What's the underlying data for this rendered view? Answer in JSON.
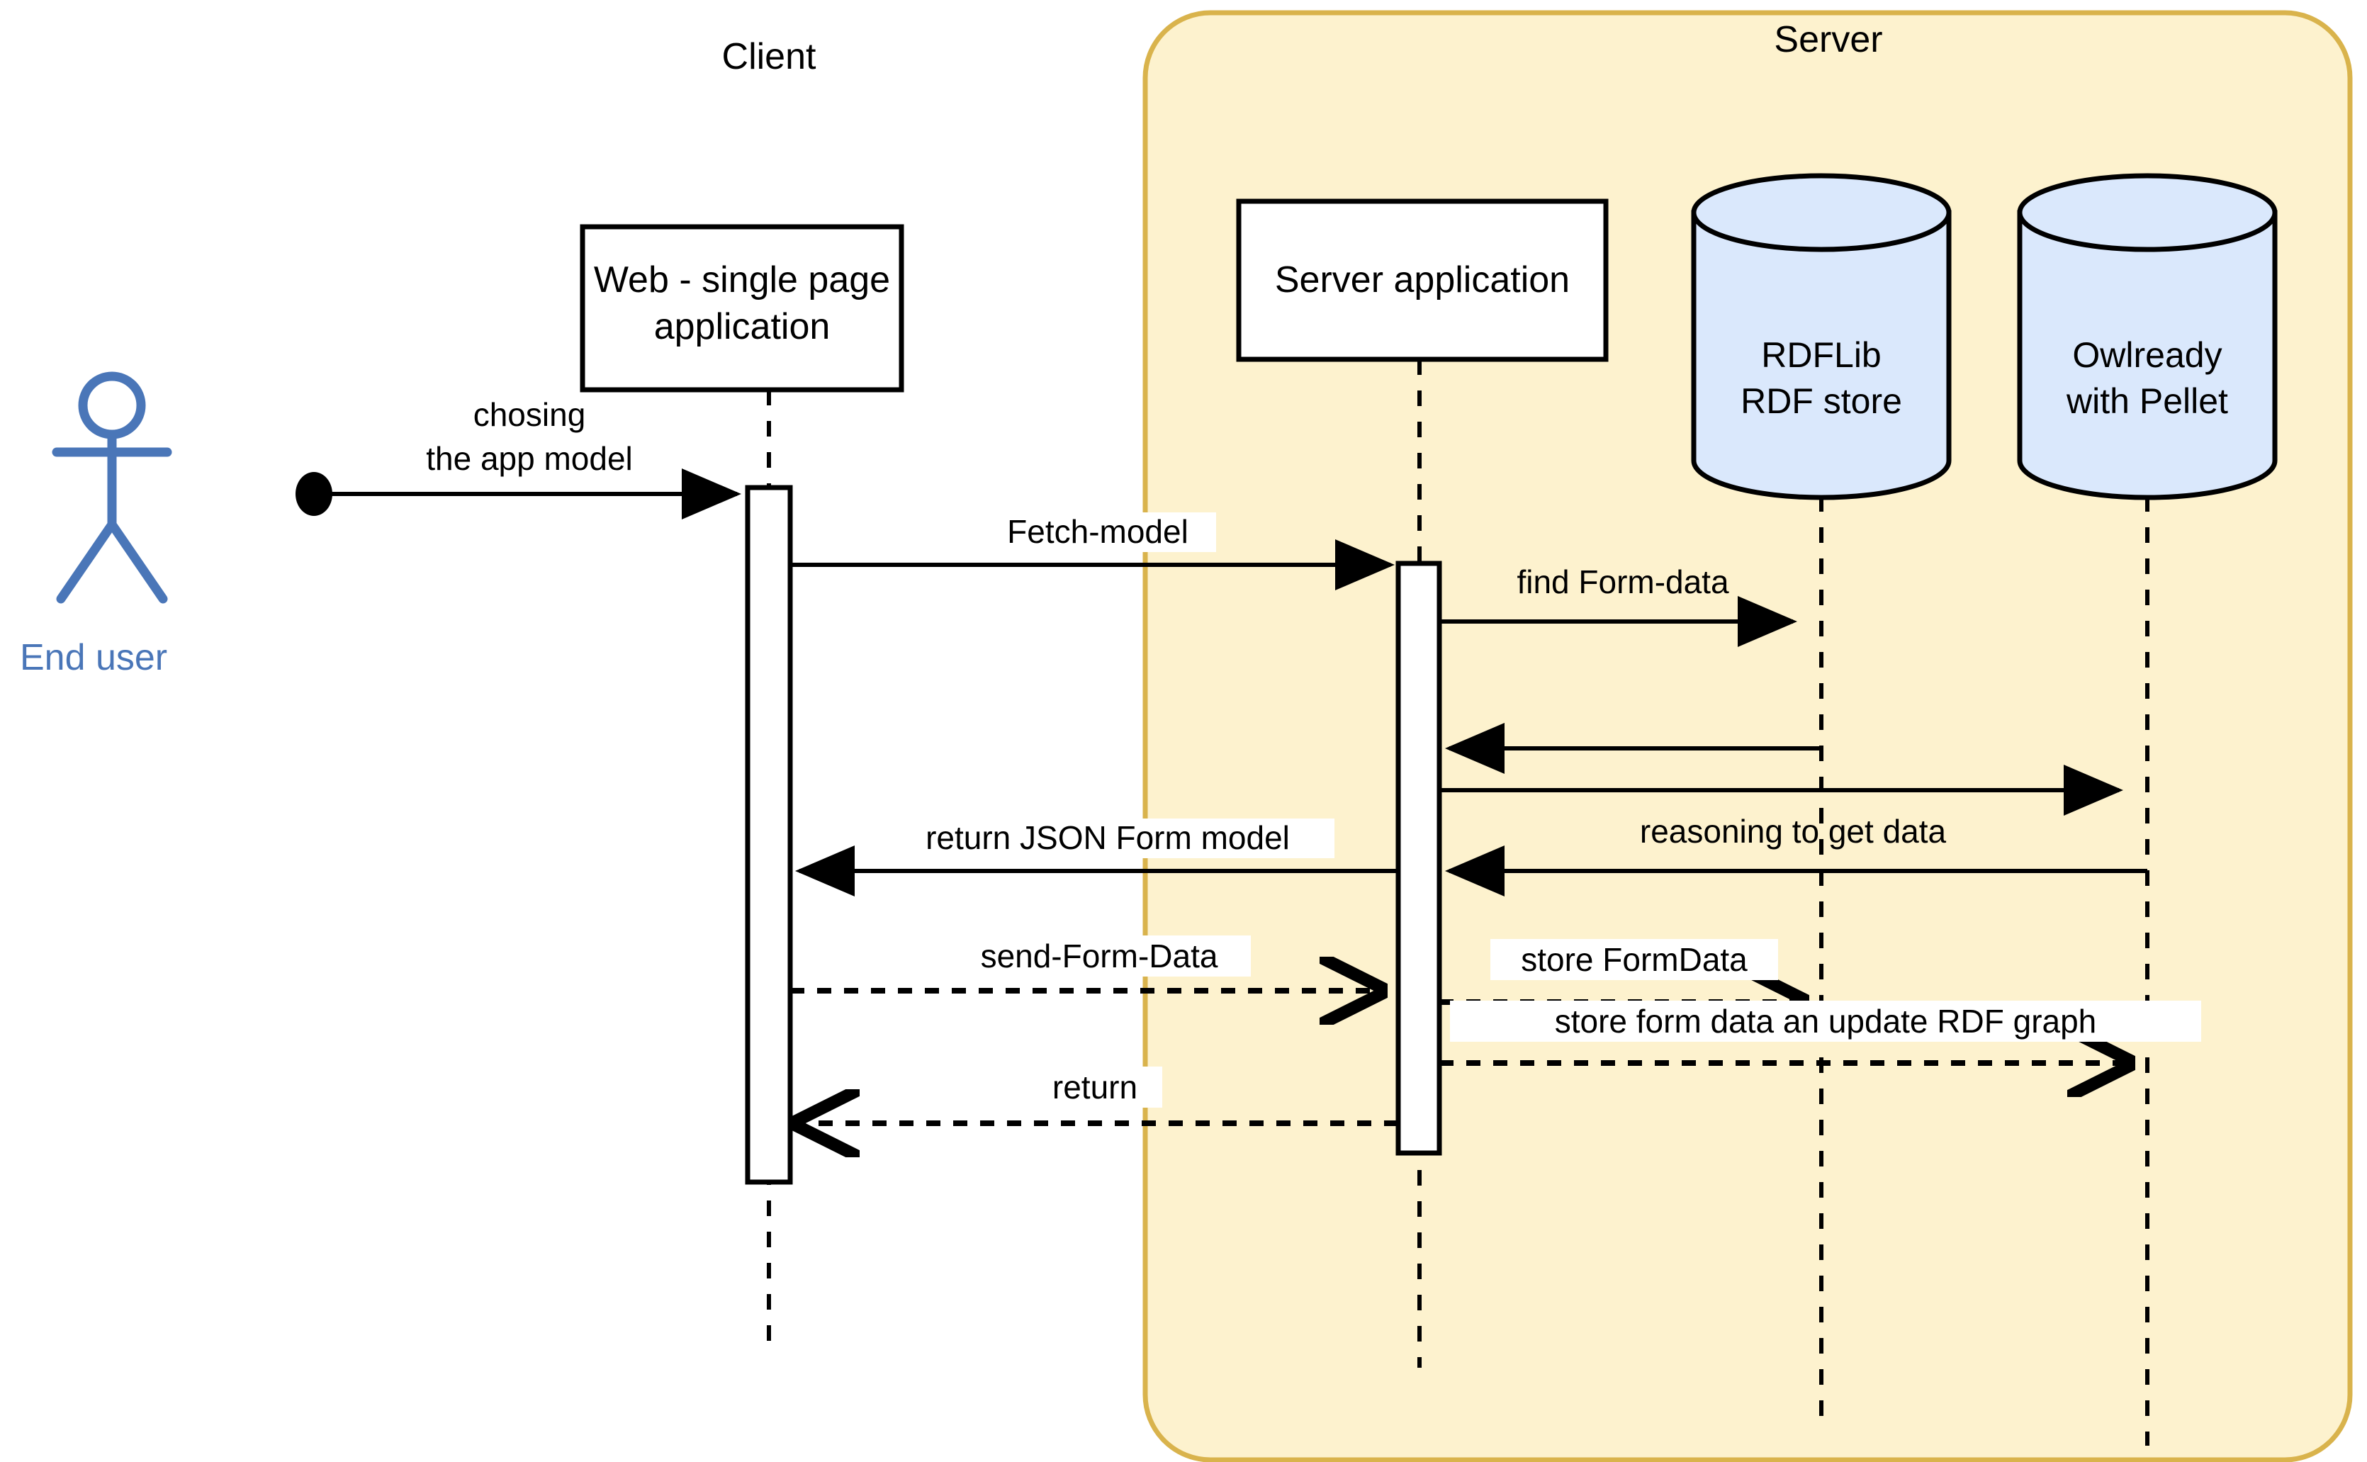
{
  "diagram": {
    "type": "uml-sequence-diagram",
    "title": "Web form / RDF reasoning sequence"
  },
  "groups": [
    {
      "id": "client",
      "label": "Client"
    },
    {
      "id": "server",
      "label": "Server"
    }
  ],
  "actor": {
    "label": "End user",
    "color": "#4A76B8",
    "icon": "stick-figure-actor"
  },
  "participants": [
    {
      "id": "webapp",
      "label": "Web - single page\napplication",
      "line1": "Web - single page",
      "line2": "application",
      "shape": "box",
      "group": "client"
    },
    {
      "id": "serverapp",
      "label": "Server application",
      "line1": "Server application",
      "line2": "",
      "shape": "box",
      "group": "server"
    },
    {
      "id": "rdflib",
      "label": "RDFLib\nRDF store",
      "line1": "RDFLib",
      "line2": "RDF store",
      "shape": "cylinder",
      "group": "server"
    },
    {
      "id": "owlready",
      "label": "Owlready\nwith Pellet",
      "line1": "Owlready",
      "line2": "with Pellet",
      "shape": "cylinder",
      "group": "server"
    }
  ],
  "messages": [
    {
      "id": "m1",
      "label_line1": "chosing",
      "label_line2": "the app model",
      "from": "actor",
      "to": "webapp",
      "style": "solid",
      "arrow": "filled",
      "origin": "found-message"
    },
    {
      "id": "m2",
      "label_line1": "Fetch-model",
      "label_line2": "",
      "from": "webapp",
      "to": "serverapp",
      "style": "solid",
      "arrow": "filled"
    },
    {
      "id": "m3",
      "label_line1": "find Form-data",
      "label_line2": "",
      "from": "serverapp",
      "to": "rdflib",
      "style": "solid",
      "arrow": "filled"
    },
    {
      "id": "m4",
      "label_line1": "",
      "label_line2": "",
      "from": "rdflib",
      "to": "serverapp",
      "style": "solid",
      "arrow": "filled"
    },
    {
      "id": "m5",
      "label_line1": "",
      "label_line2": "",
      "from": "serverapp",
      "to": "owlready",
      "style": "solid",
      "arrow": "filled"
    },
    {
      "id": "m6",
      "label_line1": "reasoning to get data",
      "label_line2": "",
      "from": "owlready",
      "to": "serverapp",
      "style": "solid",
      "arrow": "filled"
    },
    {
      "id": "m7",
      "label_line1": "return JSON Form model",
      "label_line2": "",
      "from": "serverapp",
      "to": "webapp",
      "style": "solid",
      "arrow": "filled"
    },
    {
      "id": "m8",
      "label_line1": "send-Form-Data",
      "label_line2": "",
      "from": "webapp",
      "to": "serverapp",
      "style": "dashed",
      "arrow": "open"
    },
    {
      "id": "m9",
      "label_line1": "store FormData",
      "label_line2": "",
      "from": "serverapp",
      "to": "rdflib",
      "style": "dashed",
      "arrow": "open"
    },
    {
      "id": "m10",
      "label_line1": "store form data an update RDF graph",
      "label_line2": "",
      "from": "serverapp",
      "to": "owlready",
      "style": "dashed",
      "arrow": "open"
    },
    {
      "id": "m11",
      "label_line1": "return",
      "label_line2": "",
      "from": "serverapp",
      "to": "webapp",
      "style": "dashed",
      "arrow": "open"
    }
  ],
  "colors": {
    "server_panel_fill": "#FDF2CE",
    "server_panel_border": "#D9B34C",
    "database_fill": "#DAE8FC",
    "actor_blue": "#4A76B8",
    "line_black": "#000000",
    "box_fill": "#FFFFFF"
  }
}
